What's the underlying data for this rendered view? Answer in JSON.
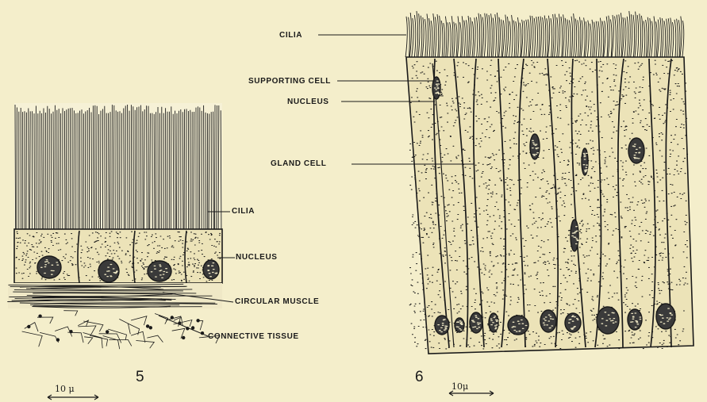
{
  "figure5": {
    "number": "5",
    "scale_label": "10 μ",
    "labels": {
      "cilia": "CILIA",
      "nucleus": "NUCLEUS",
      "circular_muscle": "CIRCULAR MUSCLE",
      "connective_tissue": "CONNECTIVE TISSUE"
    }
  },
  "figure6": {
    "number": "6",
    "scale_label": "10μ",
    "labels": {
      "cilia": "CILIA",
      "supporting_cell": "SUPPORTING CELL",
      "nucleus": "NUCLEUS",
      "gland_cell": "GLAND CELL"
    }
  },
  "colors": {
    "paper": "#f4eecb",
    "ink": "#1a1a1a",
    "cell_fill": "#ece3b8"
  }
}
